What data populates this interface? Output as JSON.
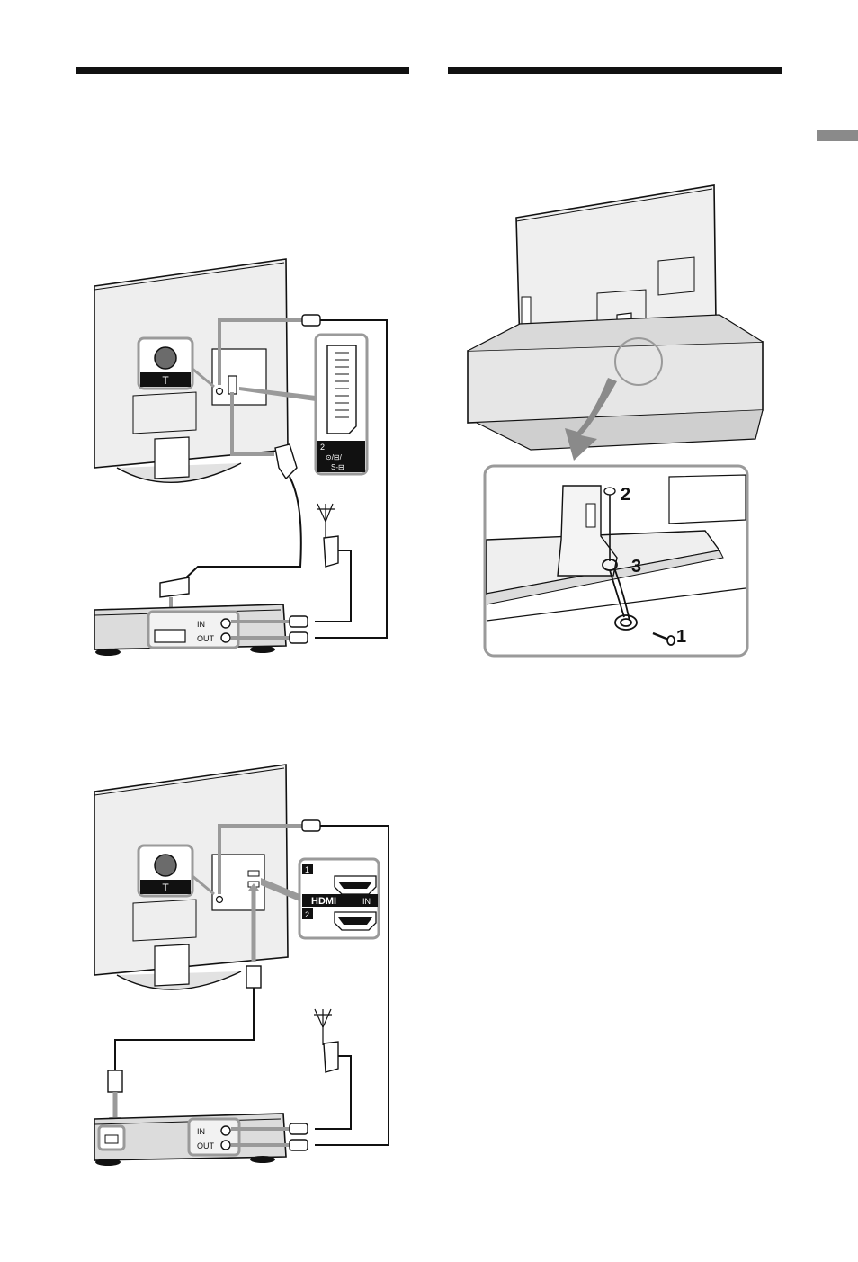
{
  "connection_scart": {
    "port_number": "2",
    "port_symbols": "⊙/⊟/",
    "port_svideo": "S-⊟",
    "recorder_in_label": "IN",
    "recorder_out_label": "OUT"
  },
  "connection_hdmi": {
    "port_1": "1",
    "port_2": "2",
    "hdmi_logo": "HDMI",
    "hdmi_in_label": "IN",
    "recorder_in_label": "IN",
    "recorder_out_label": "OUT"
  },
  "stand_fixing": {
    "step_1": "1",
    "step_2": "2",
    "step_3": "3"
  },
  "antenna_symbol": "T",
  "colors": {
    "ink": "#111111",
    "panel_grey": "#e9e9e9",
    "highlight_grey": "#9a9a9a",
    "side_tab": "#8a8a8a"
  }
}
